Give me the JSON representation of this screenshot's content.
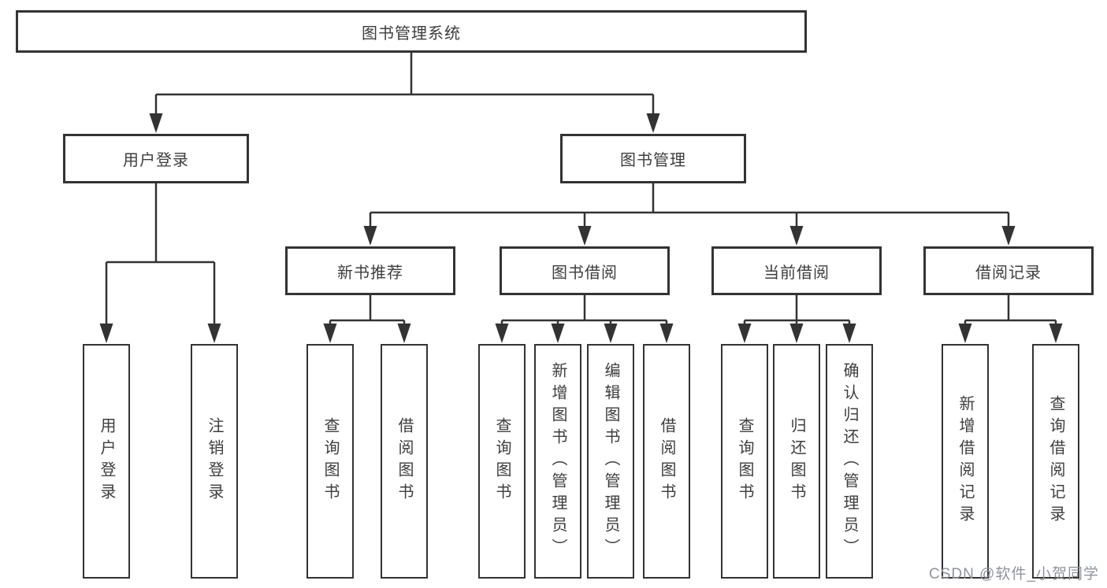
{
  "diagram": {
    "type": "hierarchy-tree",
    "nodes": {
      "root": "图书管理系统",
      "l2_user_login": "用户登录",
      "l2_book_mgmt": "图书管理",
      "l3_new_book_rec": "新书推荐",
      "l3_book_borrow": "图书借阅",
      "l3_current_borrow": "当前借阅",
      "l3_borrow_records": "借阅记录",
      "leaf_user_login": "用户登录",
      "leaf_logout": "注销登录",
      "leaf_nbr_query_books": "查询图书",
      "leaf_nbr_borrow_books": "借阅图书",
      "leaf_bb_query_books": "查询图书",
      "leaf_bb_add_books": "新增图书（管理员）",
      "leaf_bb_edit_books": "编辑图书（管理员）",
      "leaf_bb_borrow_books": "借阅图书",
      "leaf_cb_query_books": "查询图书",
      "leaf_cb_return_books": "归还图书",
      "leaf_cb_confirm_return": "确认归还（管理员）",
      "leaf_br_add_record": "新增借阅记录",
      "leaf_br_query_record": "查询借阅记录"
    },
    "structure": {
      "图书管理系统": {
        "用户登录": [
          "用户登录",
          "注销登录"
        ],
        "图书管理": {
          "新书推荐": [
            "查询图书",
            "借阅图书"
          ],
          "图书借阅": [
            "查询图书",
            "新增图书（管理员）",
            "编辑图书（管理员）",
            "借阅图书"
          ],
          "当前借阅": [
            "查询图书",
            "归还图书",
            "确认归还（管理员）"
          ],
          "借阅记录": [
            "新增借阅记录",
            "查询借阅记录"
          ]
        }
      }
    },
    "colors": {
      "line": "#333333",
      "box_border": "#333333",
      "text": "#3d3d3d",
      "background": "#ffffff",
      "watermark": "#8e949e"
    }
  },
  "watermark": {
    "text": "CSDN @软件_小贺同学"
  }
}
